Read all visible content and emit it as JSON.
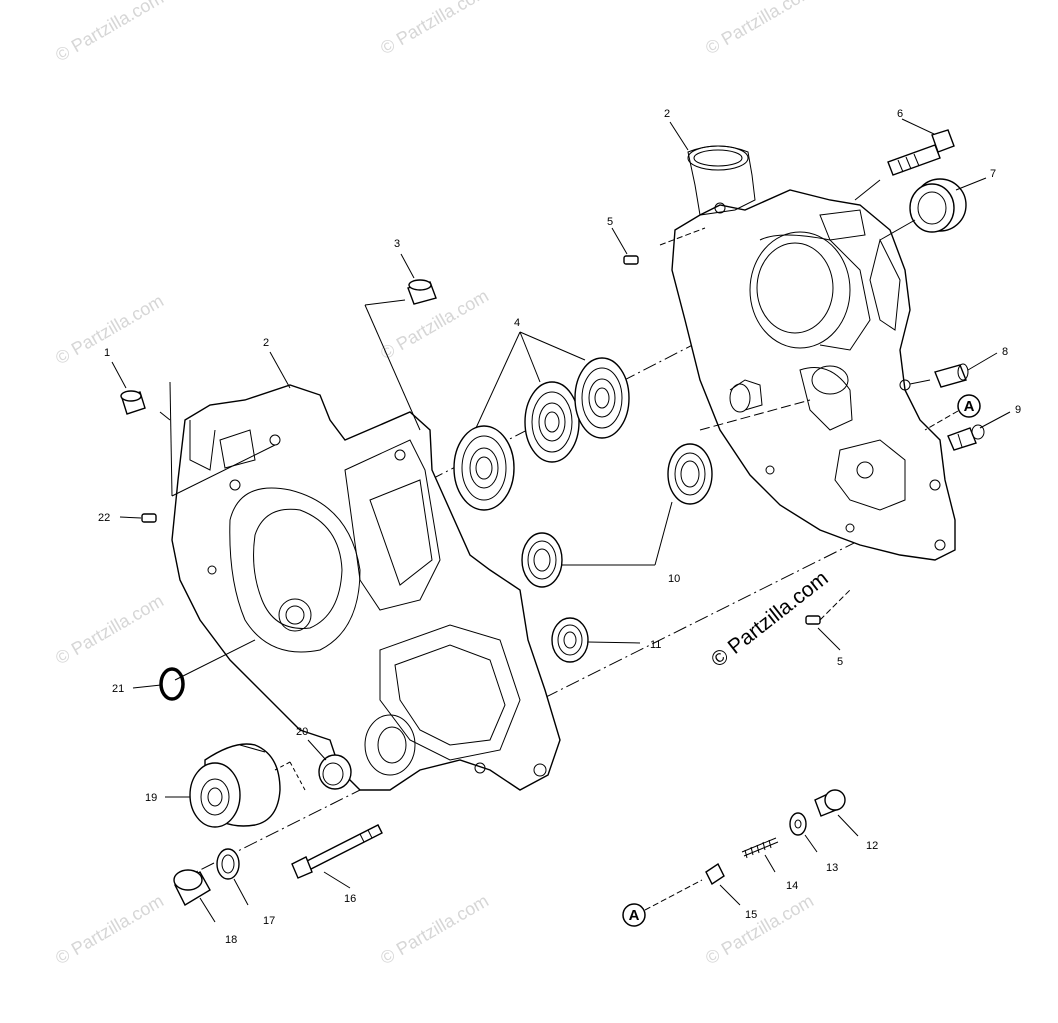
{
  "copyright": "© Partzilla.com",
  "watermark": "© Partzilla.com",
  "callout_letter": "A",
  "labels": {
    "p1": "1",
    "p2a": "2",
    "p2b": "2",
    "p3": "3",
    "p4": "4",
    "p5a": "5",
    "p5b": "5",
    "p6": "6",
    "p7": "7",
    "p8": "8",
    "p9": "9",
    "p10": "10",
    "p11": "11",
    "p12": "12",
    "p13": "13",
    "p14": "14",
    "p15": "15",
    "p16": "16",
    "p17": "17",
    "p18": "18",
    "p19": "19",
    "p20": "20",
    "p21": "21",
    "p22": "22"
  }
}
